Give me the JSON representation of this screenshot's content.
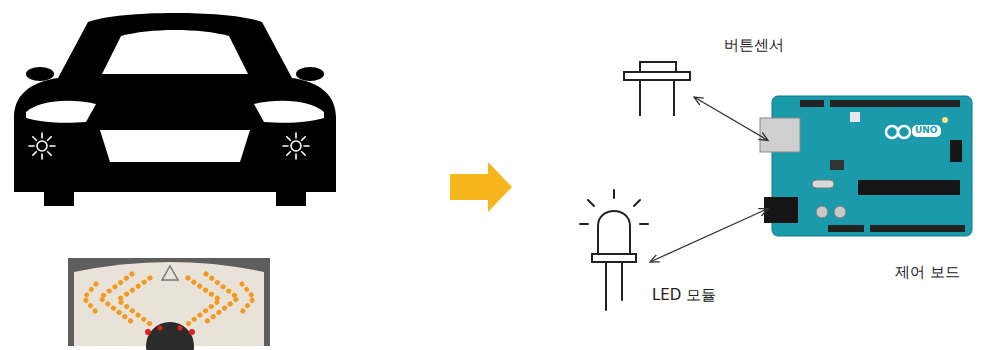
{
  "diagram": {
    "nodes": [
      {
        "text": [
          "버튼센서"
        ]
      },
      {
        "text": [
          "제어 보드"
        ]
      },
      {
        "text": [
          "LED 모듈"
        ]
      }
    ],
    "edges": [
      {
        "from": 0,
        "to": 1,
        "arrow": "both"
      },
      {
        "from": 2,
        "to": 1,
        "arrow": "both"
      }
    ],
    "labels": [
      "UNO"
    ]
  }
}
